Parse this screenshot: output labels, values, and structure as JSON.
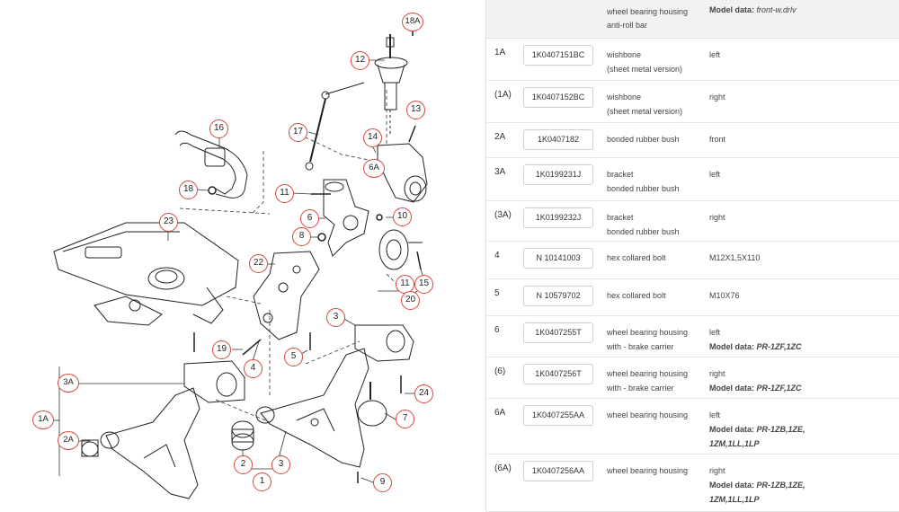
{
  "diagram": {
    "callouts": {
      "c18A": "18A",
      "c12": "12",
      "c17": "17",
      "c13": "13",
      "c14": "14",
      "c16": "16",
      "c6A": "6A",
      "c18": "18",
      "c11a": "11",
      "c10": "10",
      "c6": "6",
      "c23": "23",
      "c8": "8",
      "c22": "22",
      "c15": "15",
      "c11b": "11",
      "c20": "20",
      "c3a": "3",
      "c19": "19",
      "c5": "5",
      "c4": "4",
      "c3A": "3A",
      "c24": "24",
      "c1A": "1A",
      "c7": "7",
      "c2A": "2A",
      "c2": "2",
      "c3b": "3",
      "c9": "9",
      "c1": "1"
    }
  },
  "table": {
    "header": {
      "desc_line1": "wheel bearing housing",
      "desc_line2": "anti-roll bar",
      "model_label": "Model data:",
      "model_value": "front-w.drlv"
    },
    "rows": [
      {
        "pos": "1A",
        "part_number": "1K0407151BC",
        "desc1": "wishbone",
        "desc2": "(sheet metal version)",
        "note1": "left",
        "note_label": "",
        "note_value": ""
      },
      {
        "pos": "(1A)",
        "part_number": "1K0407152BC",
        "desc1": "wishbone",
        "desc2": "(sheet metal version)",
        "note1": "right",
        "note_label": "",
        "note_value": ""
      },
      {
        "pos": "2A",
        "part_number": "1K0407182",
        "desc1": "bonded rubber bush",
        "desc2": "",
        "note1": "front",
        "note_label": "",
        "note_value": ""
      },
      {
        "pos": "3A",
        "part_number": "1K0199231J",
        "desc1": "bracket",
        "desc2": "bonded rubber bush",
        "note1": "left",
        "note_label": "",
        "note_value": ""
      },
      {
        "pos": "(3A)",
        "part_number": "1K0199232J",
        "desc1": "bracket",
        "desc2": "bonded rubber bush",
        "note1": "right",
        "note_label": "",
        "note_value": ""
      },
      {
        "pos": "4",
        "part_number": "N 10141003",
        "desc1": "hex collared bolt",
        "desc2": "",
        "note1": "M12X1,5X110",
        "note_label": "",
        "note_value": ""
      },
      {
        "pos": "5",
        "part_number": "N 10579702",
        "desc1": "hex collared bolt",
        "desc2": "",
        "note1": "M10X76",
        "note_label": "",
        "note_value": ""
      },
      {
        "pos": "6",
        "part_number": "1K0407255T",
        "desc1": "wheel bearing housing",
        "desc2": "with - brake carrier",
        "note1": "left",
        "note_label": "Model data:",
        "note_value": "PR-1ZF,1ZC"
      },
      {
        "pos": "(6)",
        "part_number": "1K0407256T",
        "desc1": "wheel bearing housing",
        "desc2": "with - brake carrier",
        "note1": "right",
        "note_label": "Model data:",
        "note_value": "PR-1ZF,1ZC"
      },
      {
        "pos": "6A",
        "part_number": "1K0407255AA",
        "desc1": "wheel bearing housing",
        "desc2": "",
        "note1": "left",
        "note_label": "Model data:",
        "note_value": "PR-1ZB,1ZE,",
        "note_value2": "1ZM,1LL,1LP"
      },
      {
        "pos": "(6A)",
        "part_number": "1K0407256AA",
        "desc1": "wheel bearing housing",
        "desc2": "",
        "note1": "right",
        "note_label": "Model data:",
        "note_value": "PR-1ZB,1ZE,",
        "note_value2": "1ZM,1LL,1LP"
      }
    ]
  },
  "colors": {
    "callout_border": "#d8453b",
    "header_bg": "#f2f2f2",
    "divider": "#e6e6e6"
  }
}
